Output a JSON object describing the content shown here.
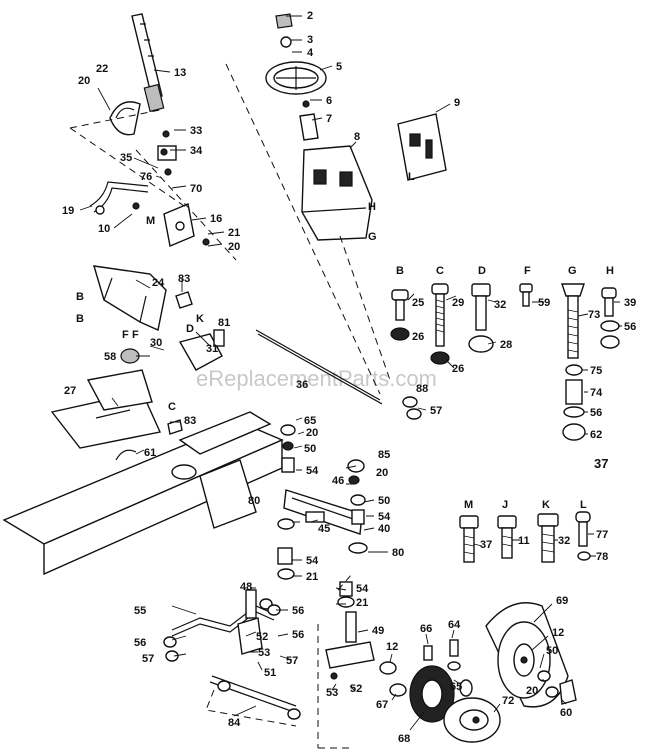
{
  "watermark": "eReplacementParts.com",
  "group_number": "37",
  "hardware_top": [
    {
      "letter": "B",
      "part": "25",
      "nut": "26"
    },
    {
      "letter": "C",
      "part": "29",
      "nut": "26"
    },
    {
      "letter": "D",
      "part": "32",
      "nut": "28"
    },
    {
      "letter": "F",
      "part": "59",
      "nut": ""
    },
    {
      "letter": "G",
      "part": "73",
      "nut": "56"
    },
    {
      "letter": "H",
      "part": "39",
      "nut": "56"
    }
  ],
  "hardware_g_stack": [
    "75",
    "74",
    "56",
    "62"
  ],
  "hardware_bottom": [
    {
      "letter": "M",
      "part": "37"
    },
    {
      "letter": "J",
      "part": "11"
    },
    {
      "letter": "K",
      "part": "32"
    },
    {
      "letter": "L",
      "part": "77",
      "washer": "78"
    }
  ],
  "callouts": [
    {
      "id": "2",
      "text": "2"
    },
    {
      "id": "3",
      "text": "3"
    },
    {
      "id": "4",
      "text": "4"
    },
    {
      "id": "5",
      "text": "5"
    },
    {
      "id": "6",
      "text": "6"
    },
    {
      "id": "7",
      "text": "7"
    },
    {
      "id": "8",
      "text": "8"
    },
    {
      "id": "9",
      "text": "9"
    },
    {
      "id": "13",
      "text": "13"
    },
    {
      "id": "22",
      "text": "22"
    },
    {
      "id": "20a",
      "text": "20"
    },
    {
      "id": "33",
      "text": "33"
    },
    {
      "id": "34",
      "text": "34"
    },
    {
      "id": "35",
      "text": "35"
    },
    {
      "id": "76",
      "text": "76"
    },
    {
      "id": "70",
      "text": "70"
    },
    {
      "id": "19",
      "text": "19"
    },
    {
      "id": "10",
      "text": "10"
    },
    {
      "id": "M1",
      "text": "M"
    },
    {
      "id": "16",
      "text": "16"
    },
    {
      "id": "21a",
      "text": "21"
    },
    {
      "id": "20b",
      "text": "20"
    },
    {
      "id": "H1",
      "text": "H"
    },
    {
      "id": "G1",
      "text": "G"
    },
    {
      "id": "L1",
      "text": "L"
    },
    {
      "id": "24",
      "text": "24"
    },
    {
      "id": "83a",
      "text": "83"
    },
    {
      "id": "B1",
      "text": "B"
    },
    {
      "id": "B2",
      "text": "B"
    },
    {
      "id": "D1",
      "text": "D"
    },
    {
      "id": "K1",
      "text": "K"
    },
    {
      "id": "81",
      "text": "81"
    },
    {
      "id": "31",
      "text": "31"
    },
    {
      "id": "F1",
      "text": "F"
    },
    {
      "id": "F2",
      "text": "F"
    },
    {
      "id": "58",
      "text": "58"
    },
    {
      "id": "30",
      "text": "30"
    },
    {
      "id": "36",
      "text": "36"
    },
    {
      "id": "27",
      "text": "27"
    },
    {
      "id": "C1",
      "text": "C"
    },
    {
      "id": "83b",
      "text": "83"
    },
    {
      "id": "61",
      "text": "61"
    },
    {
      "id": "88",
      "text": "88"
    },
    {
      "id": "57a",
      "text": "57"
    },
    {
      "id": "65",
      "text": "65"
    },
    {
      "id": "20c",
      "text": "20"
    },
    {
      "id": "50a",
      "text": "50"
    },
    {
      "id": "54a",
      "text": "54"
    },
    {
      "id": "85",
      "text": "85"
    },
    {
      "id": "20d",
      "text": "20"
    },
    {
      "id": "46",
      "text": "46"
    },
    {
      "id": "50b",
      "text": "50"
    },
    {
      "id": "54b",
      "text": "54"
    },
    {
      "id": "80a",
      "text": "80"
    },
    {
      "id": "45",
      "text": "45"
    },
    {
      "id": "40",
      "text": "40"
    },
    {
      "id": "54c",
      "text": "54"
    },
    {
      "id": "80b",
      "text": "80"
    },
    {
      "id": "21b",
      "text": "21"
    },
    {
      "id": "48",
      "text": "48"
    },
    {
      "id": "55",
      "text": "55"
    },
    {
      "id": "56a",
      "text": "56"
    },
    {
      "id": "52a",
      "text": "52"
    },
    {
      "id": "56b",
      "text": "56"
    },
    {
      "id": "56c",
      "text": "56"
    },
    {
      "id": "53a",
      "text": "53"
    },
    {
      "id": "57b",
      "text": "57"
    },
    {
      "id": "57c",
      "text": "57"
    },
    {
      "id": "54d",
      "text": "54"
    },
    {
      "id": "21c",
      "text": "21"
    },
    {
      "id": "49",
      "text": "49"
    },
    {
      "id": "53b",
      "text": "53"
    },
    {
      "id": "52b",
      "text": "52"
    },
    {
      "id": "51",
      "text": "51"
    },
    {
      "id": "84",
      "text": "84"
    },
    {
      "id": "66",
      "text": "66"
    },
    {
      "id": "64",
      "text": "64"
    },
    {
      "id": "12a",
      "text": "12"
    },
    {
      "id": "65b",
      "text": "65"
    },
    {
      "id": "67",
      "text": "67"
    },
    {
      "id": "68",
      "text": "68"
    },
    {
      "id": "69",
      "text": "69"
    },
    {
      "id": "12b",
      "text": "12"
    },
    {
      "id": "50c",
      "text": "50"
    },
    {
      "id": "20e",
      "text": "20"
    },
    {
      "id": "60",
      "text": "60"
    },
    {
      "id": "72",
      "text": "72"
    }
  ]
}
